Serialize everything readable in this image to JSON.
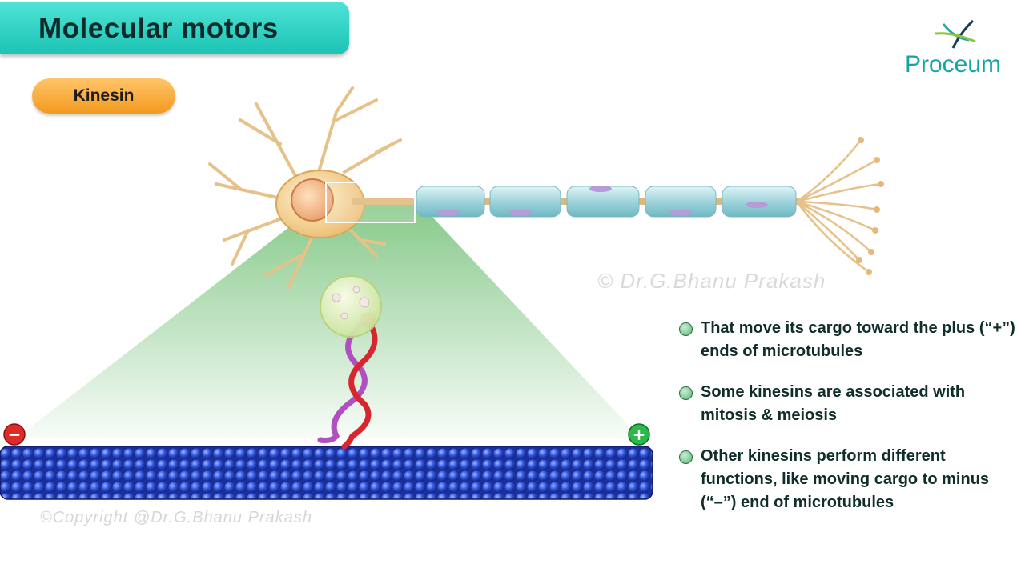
{
  "title": "Molecular motors",
  "subtitle": "Kinesin",
  "logo": {
    "text": "Proceum"
  },
  "watermarks": {
    "main": "© Dr.G.Bhanu Prakash",
    "bottom": "©Copyright @Dr.G.Bhanu Prakash"
  },
  "microtubule": {
    "minus_label": "−",
    "plus_label": "+"
  },
  "bullets": [
    {
      "text": "That move its cargo toward the plus (“+”) ends of microtubules"
    },
    {
      "text": "Some kinesins are associated with mitosis & meiosis"
    },
    {
      "text": "Other kinesins perform different functions, like moving cargo to minus (“–”) end of microtubules"
    }
  ],
  "colors": {
    "title_bg": "#2fd3c6",
    "subtitle_bg": "#f6a934",
    "microtubule": "#2a4fd8",
    "zoom_cone": "#8fce92",
    "kinesin_red": "#d8262e",
    "kinesin_purple": "#b04fc0"
  }
}
